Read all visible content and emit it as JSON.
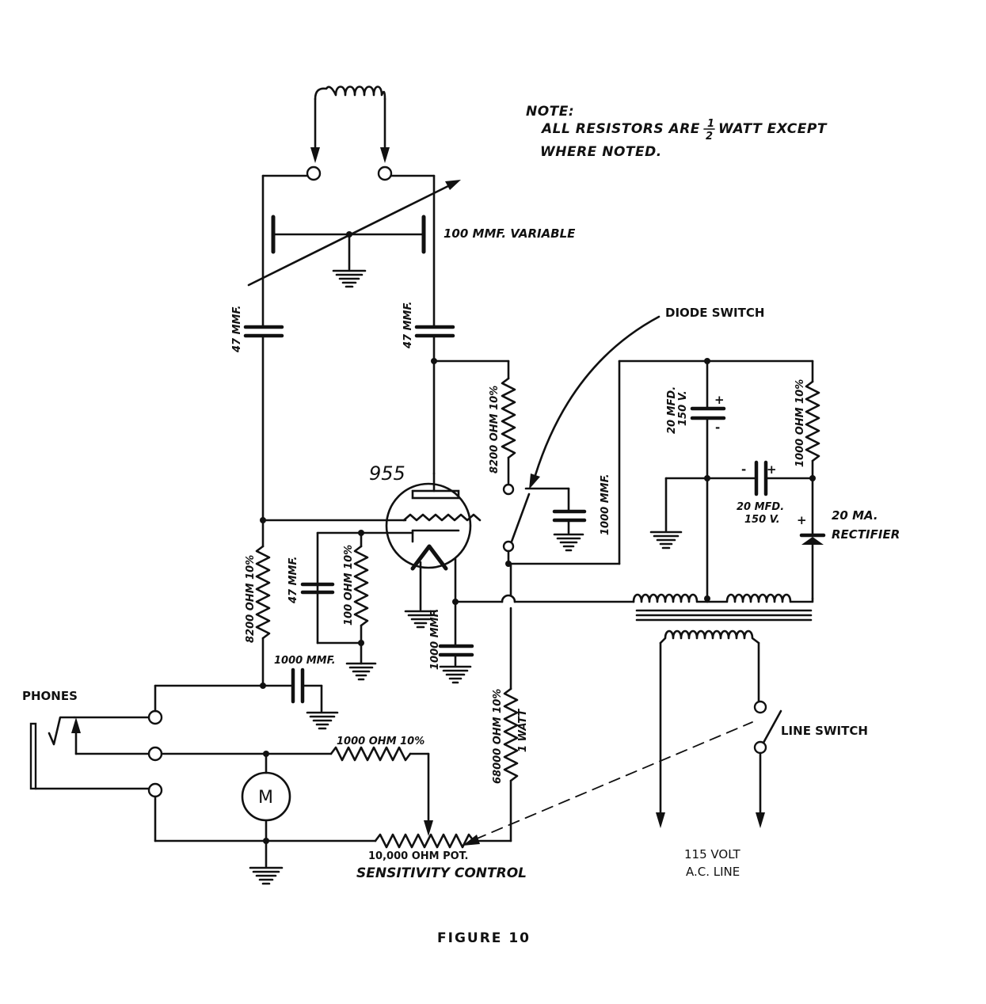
{
  "note": {
    "line1": "NOTE:",
    "line2_prefix": "ALL RESISTORS ARE",
    "fraction_num": "1",
    "fraction_den": "2",
    "line2_suffix": "WATT EXCEPT",
    "line3": "WHERE NOTED."
  },
  "labels": {
    "variable_cap": "100 MMF. VARIABLE",
    "cap_47_left": "47 MMF.",
    "cap_47_right": "47 MMF.",
    "diode_switch": "DIODE SWITCH",
    "tube": "955",
    "r_plate": "8200 OHM 10%",
    "c_plate_bypass": "1000 MMF.",
    "c_filter_top_line1": "20 MFD.",
    "c_filter_top_line2": "150 V.",
    "r_filter": "1000 OHM 10%",
    "c_filter_mid_line1": "20 MFD.",
    "c_filter_mid_line2": "150 V.",
    "rectifier_line1": "20 MA.",
    "rectifier_line2": "RECTIFIER",
    "r_grid_left": "8200 OHM 10%",
    "c_grid": "47 MMF.",
    "r_grid_leak": "100 OHM 10%",
    "c_cathode": "1000 MMF.",
    "c_phones": "1000 MMF.",
    "phones": "PHONES",
    "r_series": "1000 OHM 10%",
    "meter": "M",
    "r_dropping_line1": "68000 OHM 10%",
    "r_dropping_line2": "1 WATT",
    "pot_line1": "10,000 OHM POT.",
    "pot_line2": "SENSITIVITY CONTROL",
    "line_switch": "LINE SWITCH",
    "ac_line1": "115 VOLT",
    "ac_line2": "A.C. LINE",
    "figure": "FIGURE 10",
    "plus": "+",
    "minus": "-"
  }
}
